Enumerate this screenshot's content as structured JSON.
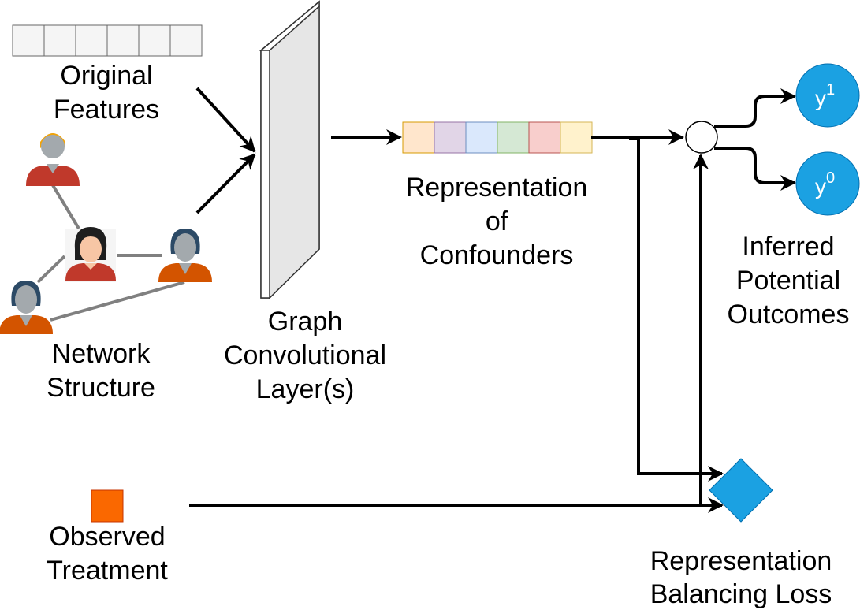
{
  "labels": {
    "original_features": [
      "Original",
      "Features"
    ],
    "network_structure": [
      "Network",
      "Structure"
    ],
    "graph_conv": [
      "Graph",
      "Convolutional",
      "Layer(s)"
    ],
    "representation": [
      "Representation",
      "of",
      "Confounders"
    ],
    "inferred": [
      "Inferred",
      "Potential",
      "Outcomes"
    ],
    "observed_treatment": [
      "Observed",
      "Treatment"
    ],
    "balancing_loss": [
      "Representation",
      "Balancing Loss"
    ]
  },
  "outcomes": {
    "y1": {
      "base": "y",
      "sup": "1"
    },
    "y0": {
      "base": "y",
      "sup": "0"
    }
  },
  "feature_cells": 6,
  "representation_colors": [
    "#ffe6cc",
    "#e1d5e7",
    "#dae8fc",
    "#d5e8d4",
    "#f8cecc",
    "#fff2cc"
  ],
  "representation_strokes": [
    "#d79b00",
    "#9673a6",
    "#6c8ebf",
    "#82b366",
    "#b85450",
    "#d6b656"
  ],
  "colors": {
    "outcome_node": "#1ba1e2",
    "loss_diamond": "#1ba1e2",
    "treatment": "#fa6800"
  }
}
